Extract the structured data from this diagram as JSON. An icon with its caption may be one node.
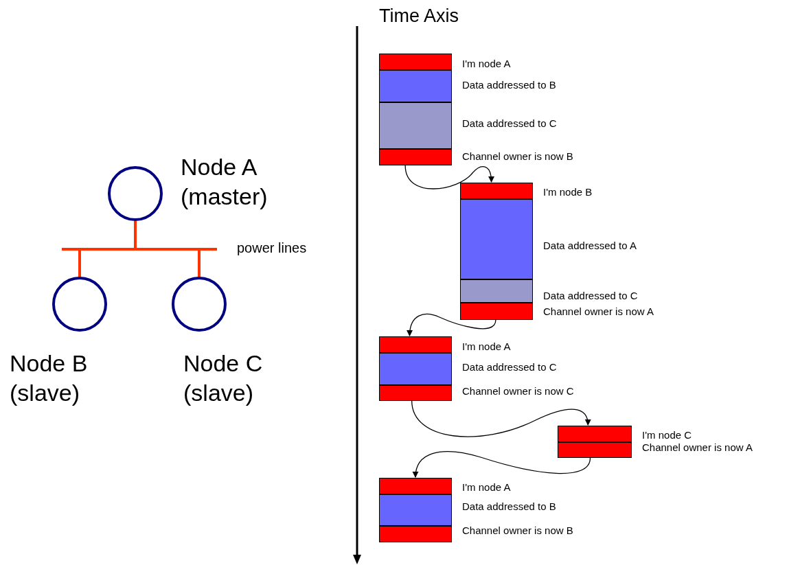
{
  "diagram": {
    "nodes": [
      {
        "text": [],
        "shape": "circle",
        "beside": [
          "Node A (master)"
        ]
      },
      {
        "text": [],
        "shape": "circle",
        "beside": [
          "Node B (slave)"
        ]
      },
      {
        "text": [],
        "shape": "circle",
        "beside": [
          "Node C (slave)"
        ]
      },
      {
        "text": [],
        "shape": "box"
      },
      {
        "text": [],
        "shape": "box",
        "in": 3,
        "beside": [
          "I'm node A"
        ]
      },
      {
        "text": [],
        "shape": "box",
        "in": 3,
        "beside": [
          "Data addressed to B"
        ]
      },
      {
        "text": [],
        "shape": "box",
        "in": 3,
        "beside": [
          "Data addressed to C"
        ]
      },
      {
        "text": [],
        "shape": "box",
        "in": 3,
        "beside": [
          "Channel owner is now B"
        ]
      },
      {
        "text": [],
        "shape": "box"
      },
      {
        "text": [],
        "shape": "box",
        "in": 8,
        "beside": [
          "I'm node B"
        ]
      },
      {
        "text": [],
        "shape": "box",
        "in": 8,
        "beside": [
          "Data addressed to A"
        ]
      },
      {
        "text": [],
        "shape": "box",
        "in": 8,
        "beside": [
          "Data addressed to C"
        ]
      },
      {
        "text": [],
        "shape": "box",
        "in": 8,
        "beside": [
          "Channel owner is now A"
        ]
      },
      {
        "text": [],
        "shape": "box"
      },
      {
        "text": [],
        "shape": "box",
        "in": 13,
        "beside": [
          "I'm node A"
        ]
      },
      {
        "text": [],
        "shape": "box",
        "in": 13,
        "beside": [
          "Data addressed to C"
        ]
      },
      {
        "text": [],
        "shape": "box",
        "in": 13,
        "beside": [
          "Channel owner is now C"
        ]
      },
      {
        "text": [],
        "shape": "box"
      },
      {
        "text": [],
        "shape": "box",
        "in": 17,
        "beside": [
          "I'm node C"
        ]
      },
      {
        "text": [],
        "shape": "box",
        "in": 17,
        "beside": [
          "Channel owner is now A"
        ]
      },
      {
        "text": [],
        "shape": "box"
      },
      {
        "text": [],
        "shape": "box",
        "in": 20,
        "beside": [
          "I'm node A"
        ]
      },
      {
        "text": [],
        "shape": "box",
        "in": 20,
        "beside": [
          "Data addressed to B"
        ]
      },
      {
        "text": [],
        "shape": "box",
        "in": 20,
        "beside": [
          "Channel owner is now B"
        ]
      }
    ],
    "edges": [
      {
        "from": 0,
        "to": 1,
        "arrow": "none",
        "style": "thick",
        "color": "#ff3300"
      },
      {
        "from": 0,
        "to": 2,
        "arrow": "none",
        "style": "thick",
        "color": "#ff3300"
      },
      {
        "from": 7,
        "to": 9,
        "arrow": "to"
      },
      {
        "from": 12,
        "to": 14,
        "arrow": "to"
      },
      {
        "from": 16,
        "to": 18,
        "arrow": "to"
      },
      {
        "from": 19,
        "to": 21,
        "arrow": "to"
      }
    ],
    "labels": [
      "Time Axis",
      "power lines"
    ]
  }
}
